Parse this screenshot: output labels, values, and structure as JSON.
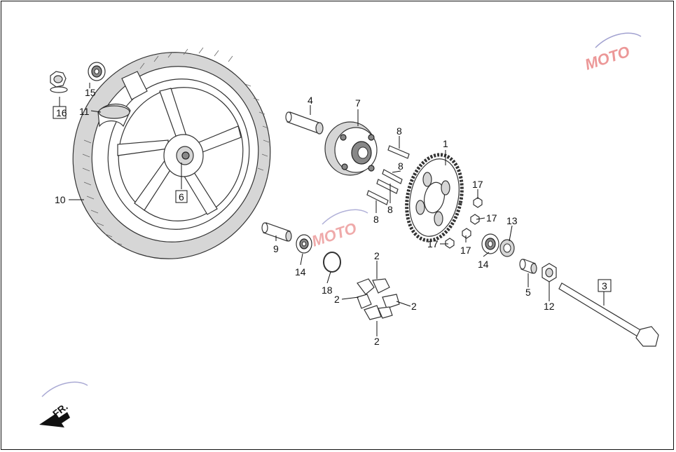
{
  "callouts": {
    "c1": "1",
    "c2a": "2",
    "c2b": "2",
    "c2c": "2",
    "c2d": "2",
    "c3": "3",
    "c4": "4",
    "c5": "5",
    "c6": "6",
    "c7": "7",
    "c8a": "8",
    "c8b": "8",
    "c8c": "8",
    "c8d": "8",
    "c9": "9",
    "c10": "10",
    "c11": "11",
    "c12": "12",
    "c13": "13",
    "c14a": "14",
    "c14b": "14",
    "c15": "15",
    "c16": "16",
    "c17a": "17",
    "c17b": "17",
    "c17c": "17",
    "c17d": "17",
    "c18": "18"
  },
  "watermark": {
    "text": "MOTO"
  },
  "front_arrow": {
    "label": "FR."
  },
  "colors": {
    "line": "#111111",
    "part_fill": "#ffffff",
    "shade": "#d6d6d6",
    "watermark_red": "#d44",
    "watermark_blue": "#55a"
  }
}
